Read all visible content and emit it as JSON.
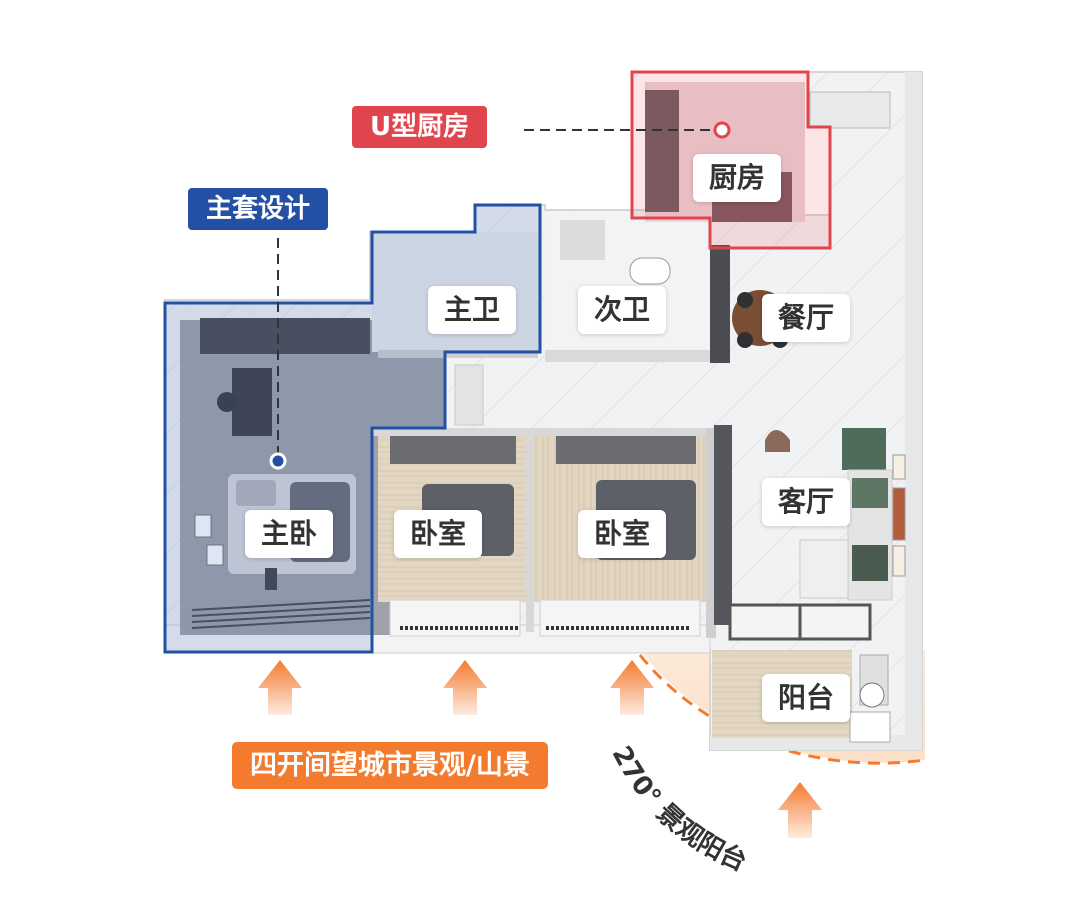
{
  "rooms": {
    "kitchen": "厨房",
    "master_bath": "主卫",
    "second_bath": "次卫",
    "dining": "餐厅",
    "living": "客厅",
    "master_bedroom": "主卧",
    "bedroom_a": "卧室",
    "bedroom_b": "卧室",
    "balcony": "阳台"
  },
  "callouts": {
    "kitchen": "U型厨房",
    "suite": "主套设计",
    "view": "四开间望城市景观/山景",
    "balcony_arc": "270° 景观阳台"
  },
  "colors": {
    "kitchen_highlight": "#e0454e",
    "suite_highlight": "#2350a5",
    "view_highlight": "#f47a2e"
  }
}
